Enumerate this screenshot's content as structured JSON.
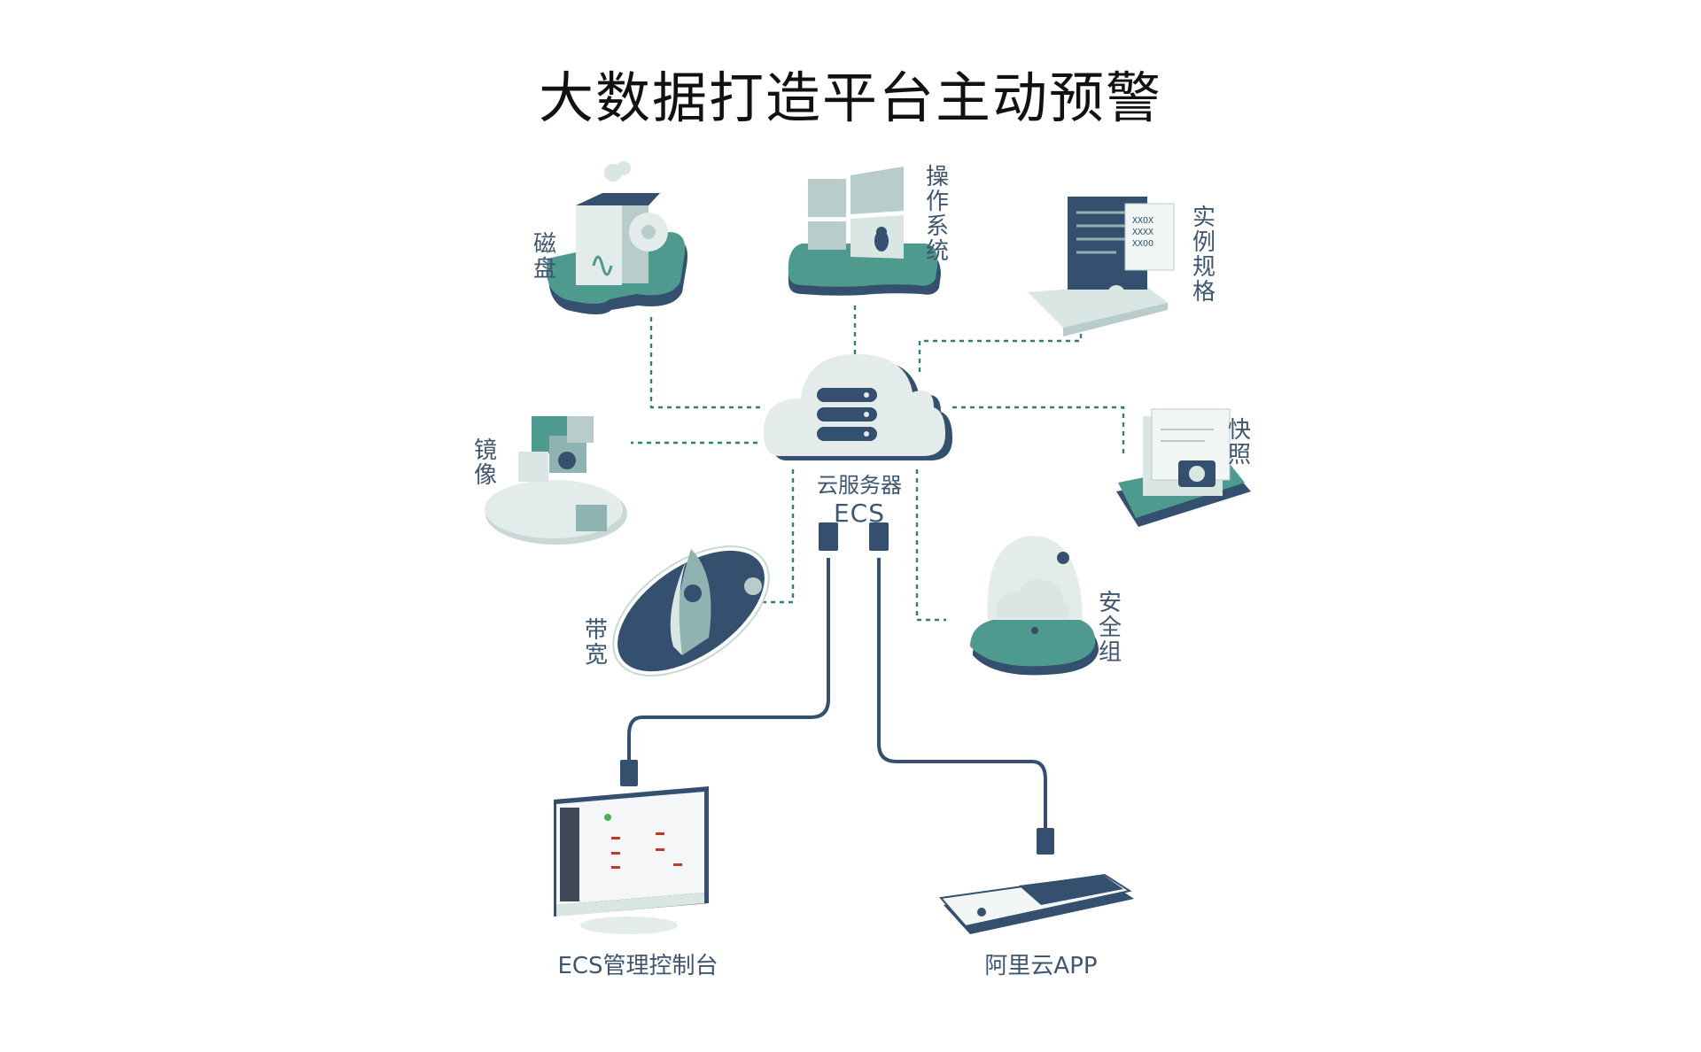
{
  "title": "大数据打造平台主动预警",
  "center": {
    "name": "云服务器",
    "code": "ECS"
  },
  "nodes": {
    "disk": "磁盘",
    "os": "操作系统",
    "instance": "实例规格",
    "image": "镜像",
    "snapshot": "快照",
    "bandwidth": "带宽",
    "security_group": "安全组"
  },
  "endpoints": {
    "console": "ECS管理控制台",
    "app": "阿里云APP"
  },
  "colors": {
    "navy": "#34506e",
    "teal": "#4e9a8f",
    "light": "#d9e6e4",
    "text": "#3e5670",
    "cloud": "#e3eceb"
  }
}
